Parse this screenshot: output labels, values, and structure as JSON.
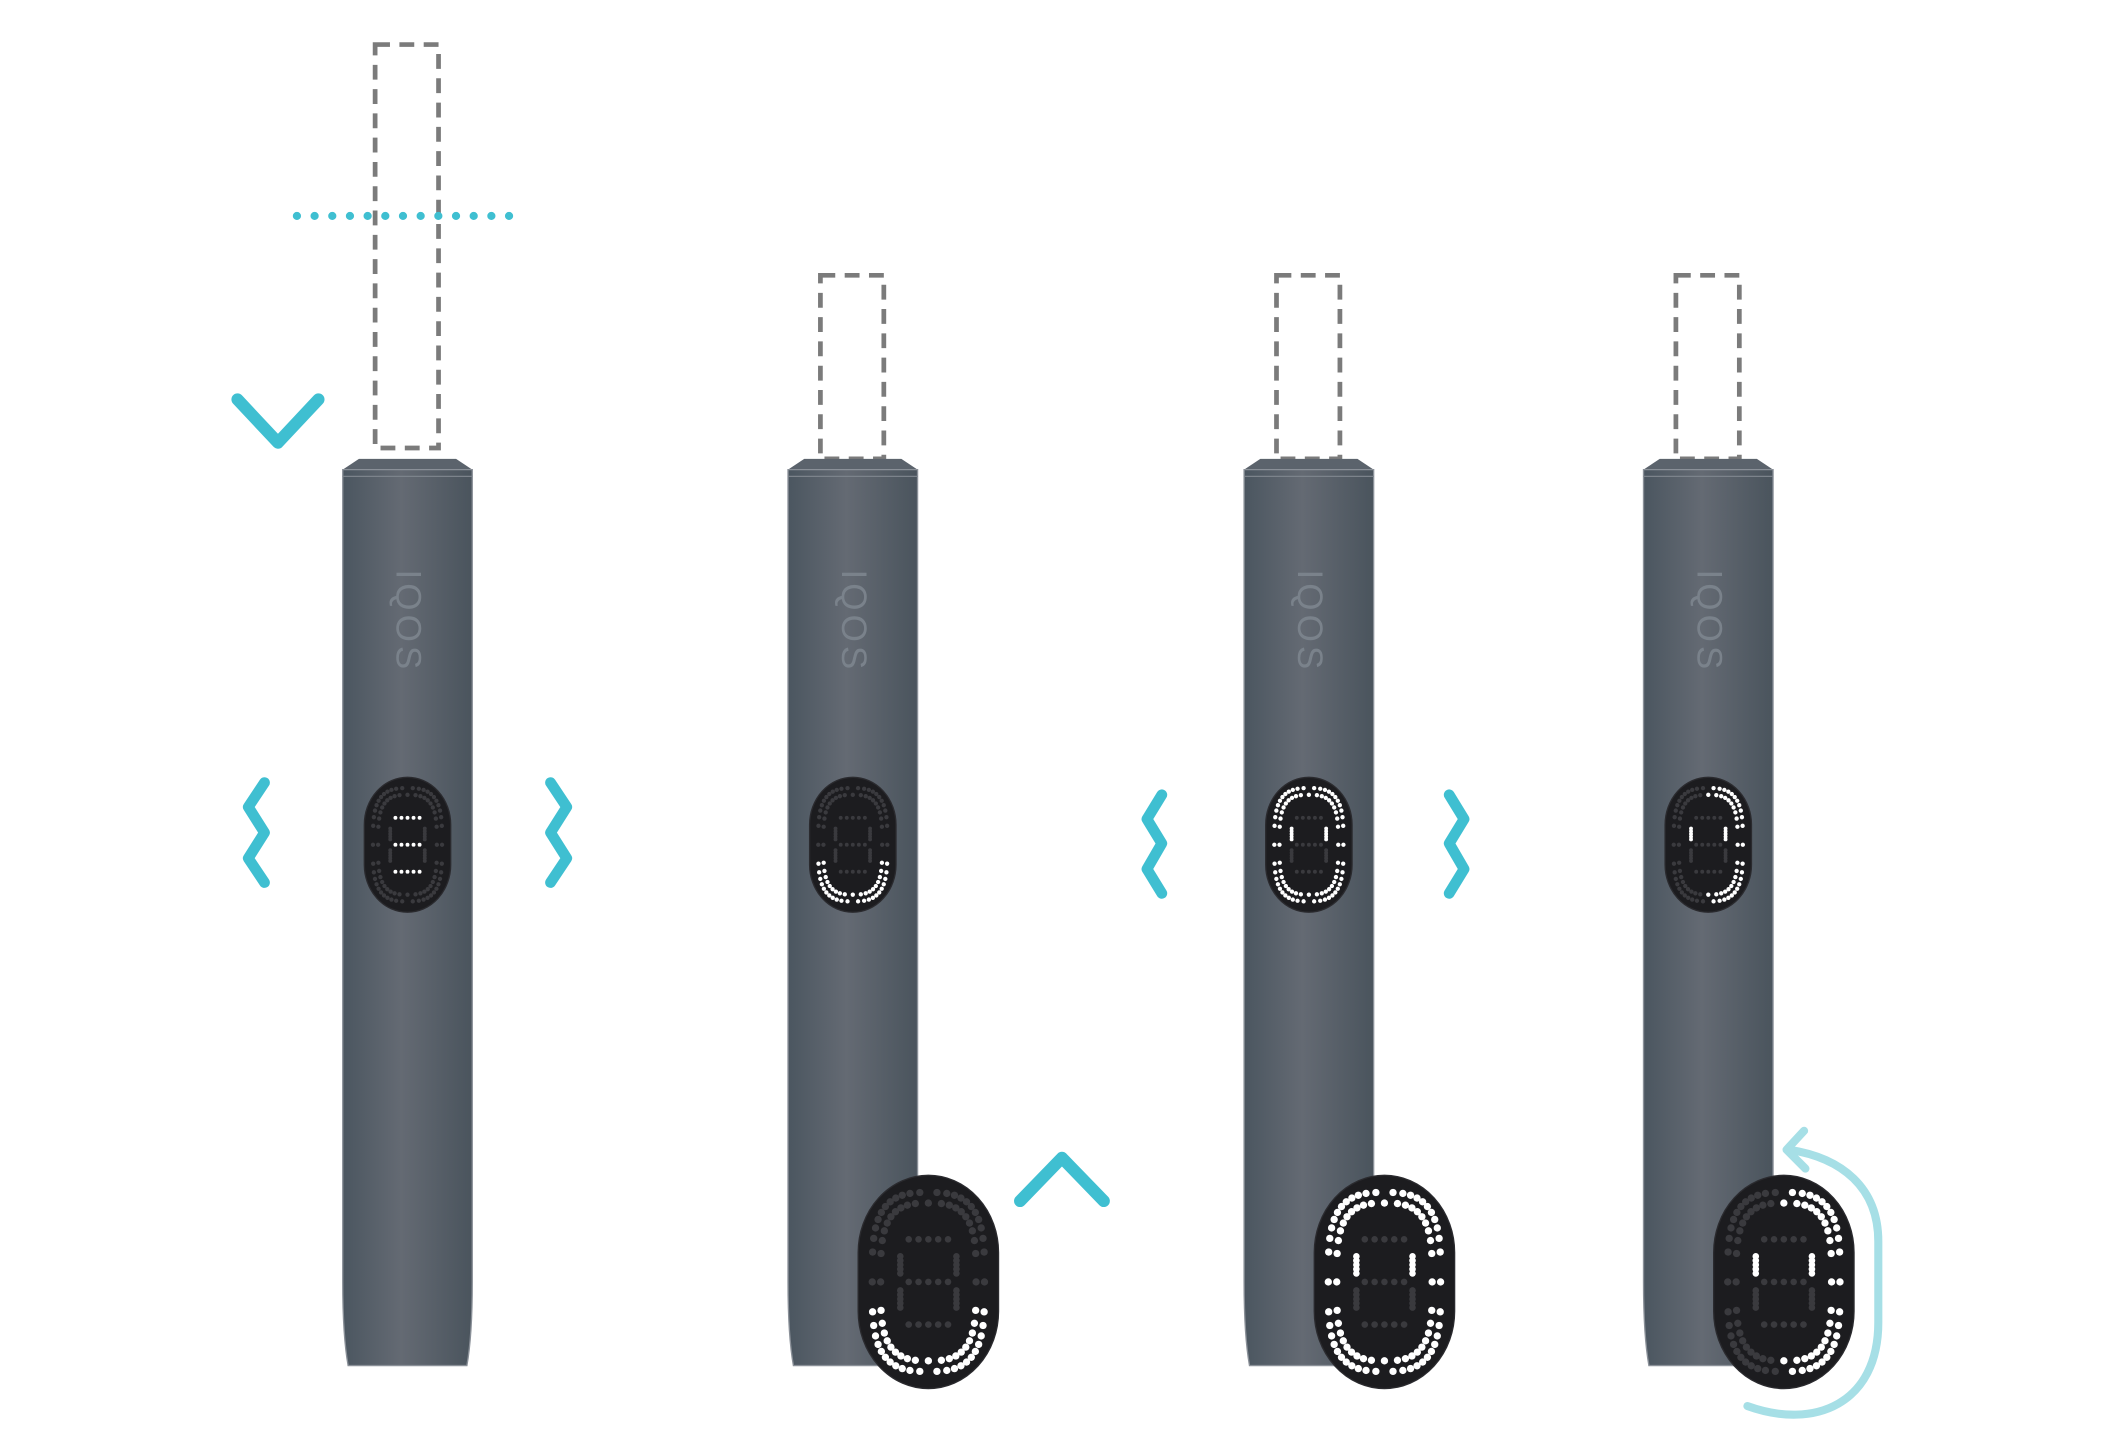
{
  "logo_text": "IQOS",
  "colors": {
    "accent": "#3fbfd1",
    "accent_light": "#a6dfe6",
    "body_dark": "#4a555f",
    "body_light": "#636a74",
    "display": "#1c1c1f",
    "dot_on": "#ffffff",
    "dot_off": "#3a3a3e",
    "stick_dash": "#7b7b7b"
  },
  "steps": [
    {
      "name": "insert-stick",
      "indicator": "arrow-down",
      "vibrate": true,
      "ring_lit": "none",
      "segments_lit": [
        "top",
        "middle",
        "bottom"
      ],
      "zoomed_display": false
    },
    {
      "name": "press-button",
      "indicator": "arrow-up",
      "vibrate": false,
      "ring_lit": "bottom",
      "segments_lit": [],
      "zoomed_display": true
    },
    {
      "name": "heating-complete",
      "indicator": "none",
      "vibrate": true,
      "ring_lit": "all",
      "segments_lit": [
        "upper-left",
        "upper-right"
      ],
      "zoomed_display": true
    },
    {
      "name": "in-use",
      "indicator": "arrow-rotate",
      "vibrate": false,
      "ring_lit": "right",
      "segments_lit": [
        "upper-left",
        "upper-right"
      ],
      "zoomed_display": true
    }
  ]
}
